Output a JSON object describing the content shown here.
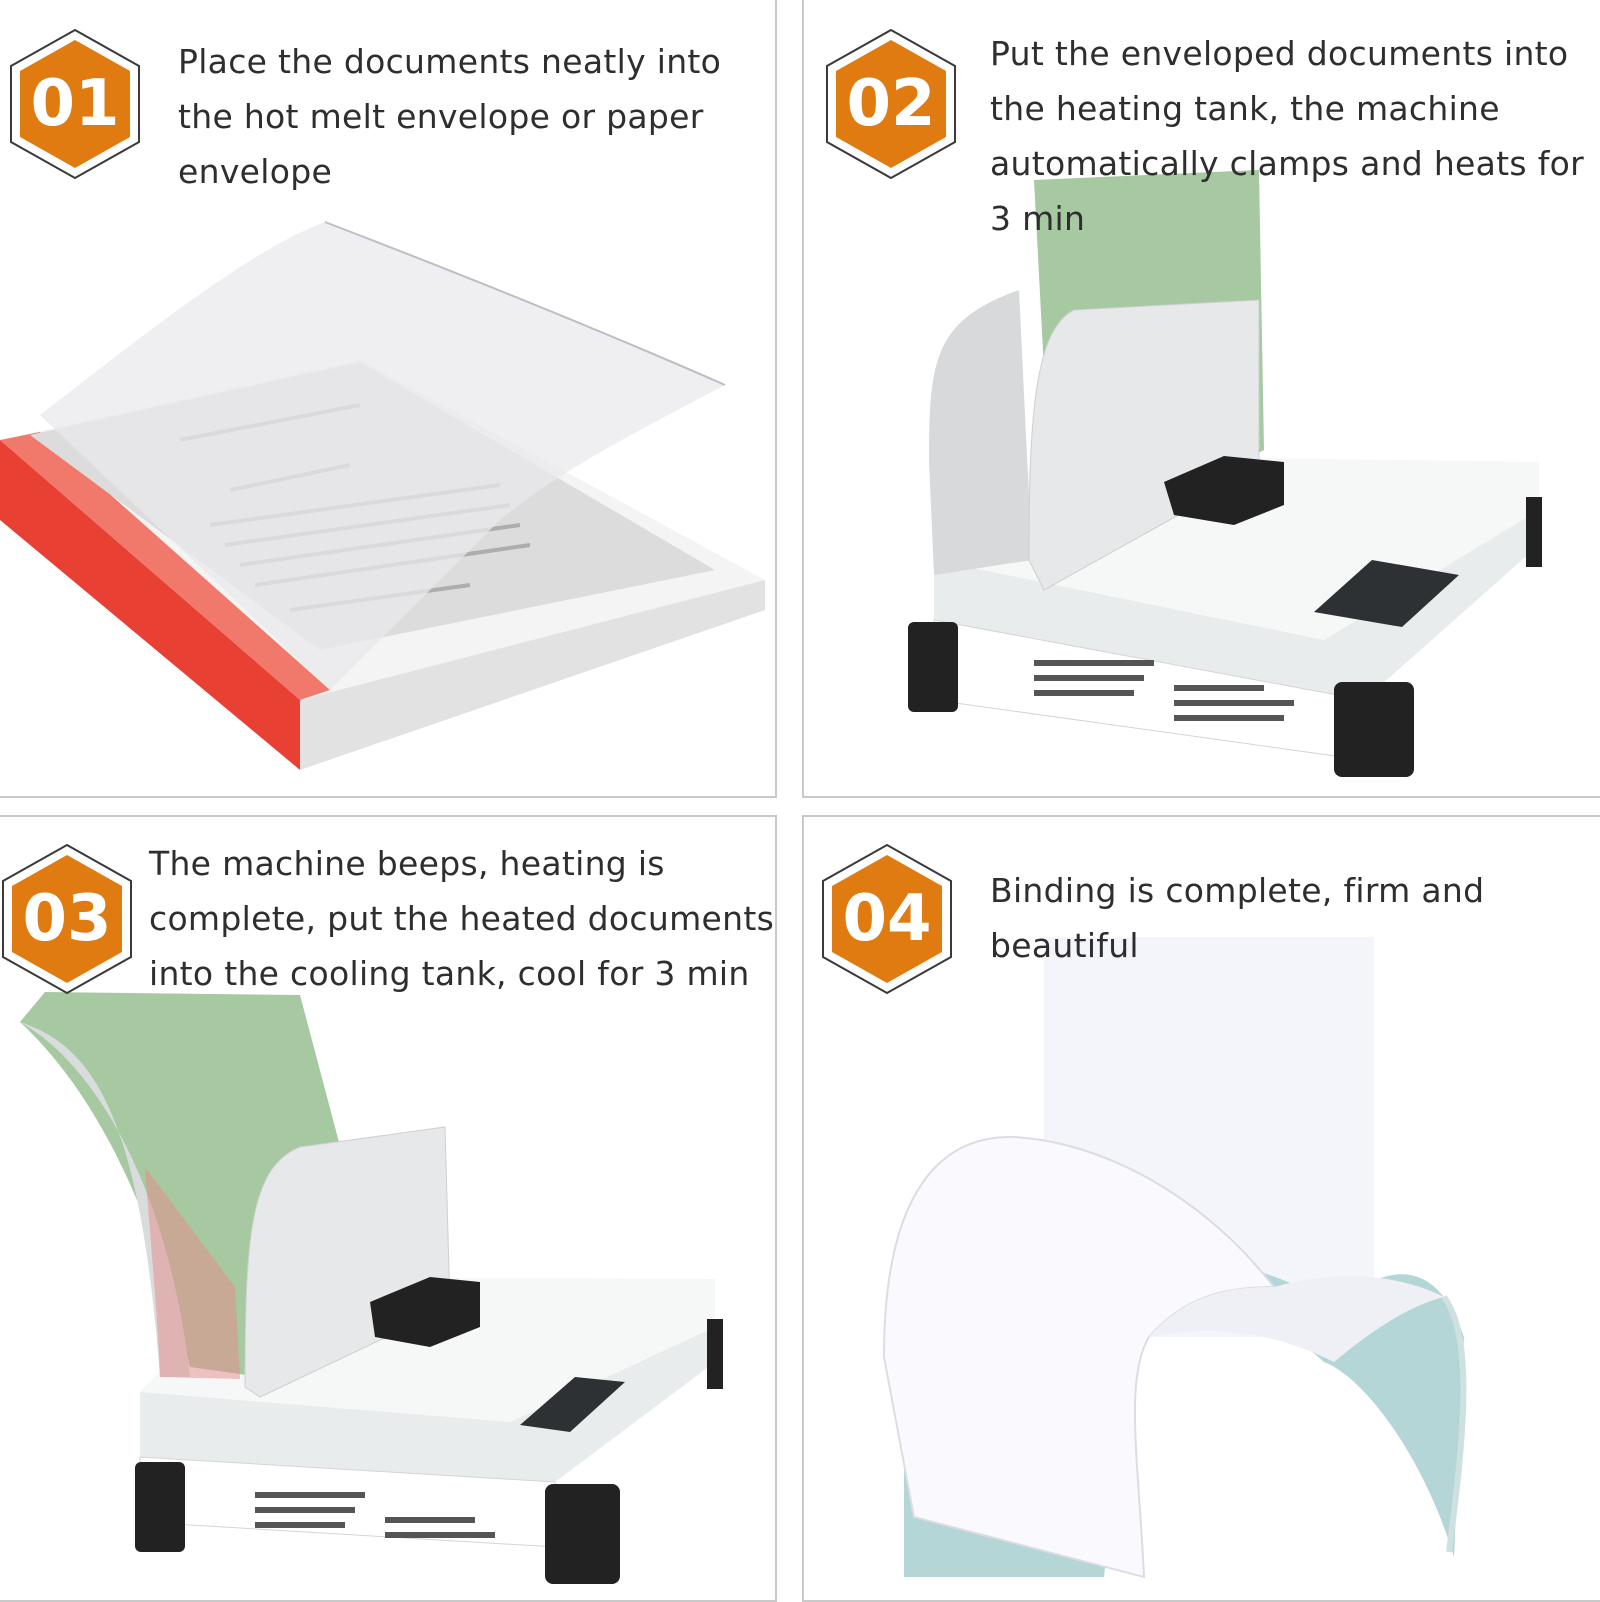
{
  "steps": [
    {
      "number": "01",
      "text": "Place the documents neatly into the hot melt envelope or paper envelope"
    },
    {
      "number": "02",
      "text": "Put the enveloped documents into the heating tank, the machine automatically clamps and heats for 3 min"
    },
    {
      "number": "03",
      "text": "The machine beeps, heating is complete, put the heated documents into the cooling tank, cool for 3 min"
    },
    {
      "number": "04",
      "text": "Binding is complete, firm and beautiful"
    }
  ],
  "colors": {
    "badge": "#e07b12",
    "border": "#c9c9c9",
    "text": "#2e2e2e"
  }
}
